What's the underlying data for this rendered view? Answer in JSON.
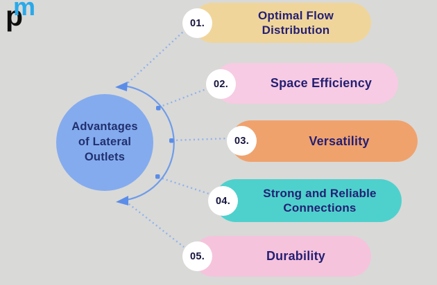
{
  "background_color": "#d9d9d7",
  "logo": {
    "letter_p": "p",
    "letter_m": "m",
    "p_color": "#0e0e0e",
    "m_color": "#29a9e9"
  },
  "center": {
    "title": "Advantages of Lateral Outlets",
    "lines": [
      "Advantages",
      "of Lateral",
      "Outlets"
    ],
    "fill": "#84abee",
    "text_color": "#21306e"
  },
  "connectors": {
    "arc_color": "#6f9ce8",
    "dotted_color": "#8fb2ec",
    "node_color": "#5b8de8"
  },
  "items": [
    {
      "number": "01.",
      "label": "Optimal Flow Distribution",
      "color": "#f0d59b"
    },
    {
      "number": "02.",
      "label": "Space Efficiency",
      "color": "#f7cbe3"
    },
    {
      "number": "03.",
      "label": "Versatility",
      "color": "#f0a26d"
    },
    {
      "number": "04.",
      "label": "Strong and Reliable Connections",
      "color": "#4ed1cd"
    },
    {
      "number": "05.",
      "label": "Durability",
      "color": "#f6c3dc"
    }
  ],
  "item_text_color": "#241f73",
  "number_text_color": "#14123d"
}
